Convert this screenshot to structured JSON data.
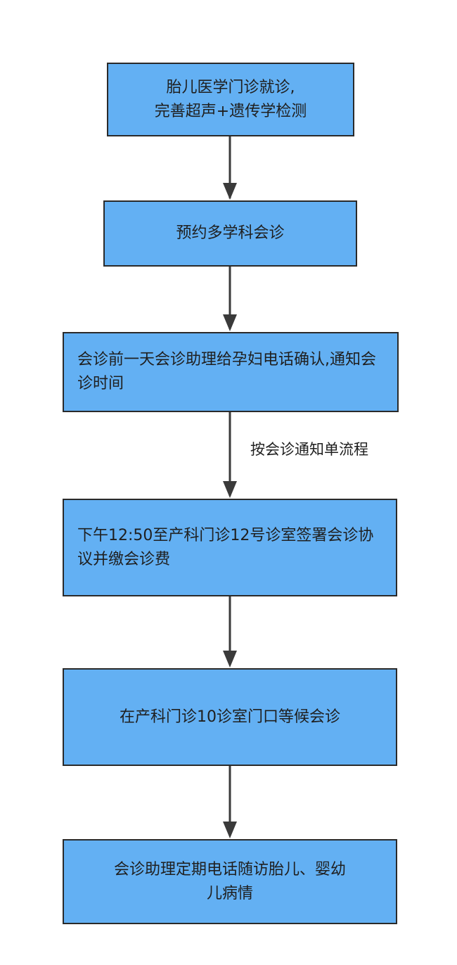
{
  "flowchart": {
    "steps": [
      {
        "id": "step-1",
        "text": "胎儿医学门诊就诊,\n完善超声+遗传学检测"
      },
      {
        "id": "step-2",
        "text": "预约多学科会诊"
      },
      {
        "id": "step-3",
        "text": "会诊前一天会诊助理给孕妇电话确认,通知会诊时间"
      },
      {
        "id": "step-4",
        "text": "下午12:50至产科门诊12号诊室签署会诊协议并缴会诊费"
      },
      {
        "id": "step-5",
        "text": "在产科门诊10诊室门口等候会诊"
      },
      {
        "id": "step-6",
        "text": "会诊助理定期电话随访胎儿、婴幼\n儿病情"
      }
    ],
    "edge_labels": {
      "step3_to_step4": "按会诊通知单流程"
    },
    "colors": {
      "box_fill": "#63b0f3",
      "box_border": "#2a2a2a",
      "arrow": "#3a3a3a",
      "text": "#1f1f1f"
    }
  }
}
